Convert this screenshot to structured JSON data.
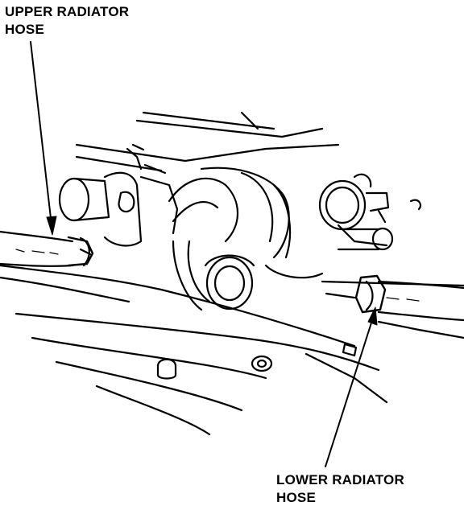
{
  "labels": {
    "upper_hose": {
      "line1": "UPPER RADIATOR",
      "line2": "HOSE"
    },
    "lower_hose": {
      "line1": "LOWER RADIATOR",
      "line2": "HOSE"
    }
  },
  "colors": {
    "ink": "#000000",
    "paper": "#ffffff"
  }
}
